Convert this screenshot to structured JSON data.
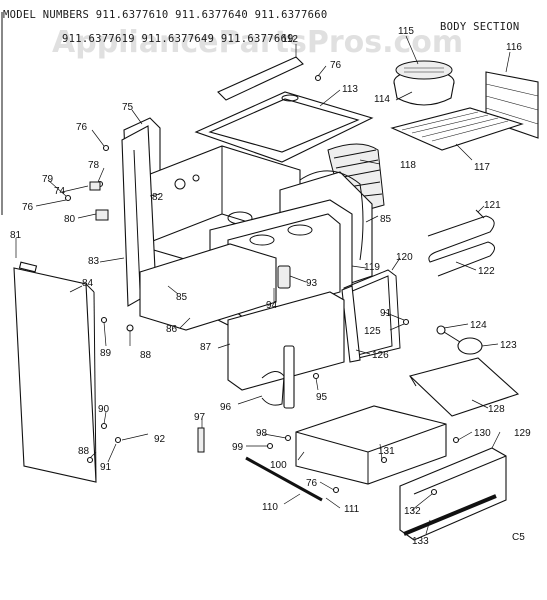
{
  "header": {
    "model_line1": "MODEL NUMBERS 911.6377610  911.6377640  911.6377660",
    "model_line2": "911.6377619  911.6377649  911.6377669",
    "section_title": "BODY SECTION"
  },
  "watermark": "AppliancePartsPros.com",
  "diagram_code": "C5",
  "part_labels": {
    "p76a": "76",
    "p112": "112",
    "p115": "115",
    "p116": "116",
    "p113": "113",
    "p114": "114",
    "p75": "75",
    "p76b": "76",
    "p117": "117",
    "p78": "78",
    "p79": "79",
    "p74": "74",
    "p118": "118",
    "p82": "82",
    "p76c": "76",
    "p80": "80",
    "p121": "121",
    "p85a": "85",
    "p81": "81",
    "p83": "83",
    "p122": "122",
    "p120": "120",
    "p119": "119",
    "p84": "84",
    "p93": "93",
    "p94": "94",
    "p85b": "85",
    "p91a": "91",
    "p124": "124",
    "p125": "125",
    "p86": "86",
    "p89": "89",
    "p88a": "88",
    "p87": "87",
    "p123": "123",
    "p126": "126",
    "p95": "95",
    "p96": "96",
    "p128": "128",
    "p90": "90",
    "p97": "97",
    "p98": "98",
    "p130": "130",
    "p129": "129",
    "p99": "99",
    "p88b": "88",
    "p92": "92",
    "p100": "100",
    "p131": "131",
    "p91b": "91",
    "p76d": "76",
    "p110": "110",
    "p111": "111",
    "p132": "132",
    "p133": "133"
  }
}
